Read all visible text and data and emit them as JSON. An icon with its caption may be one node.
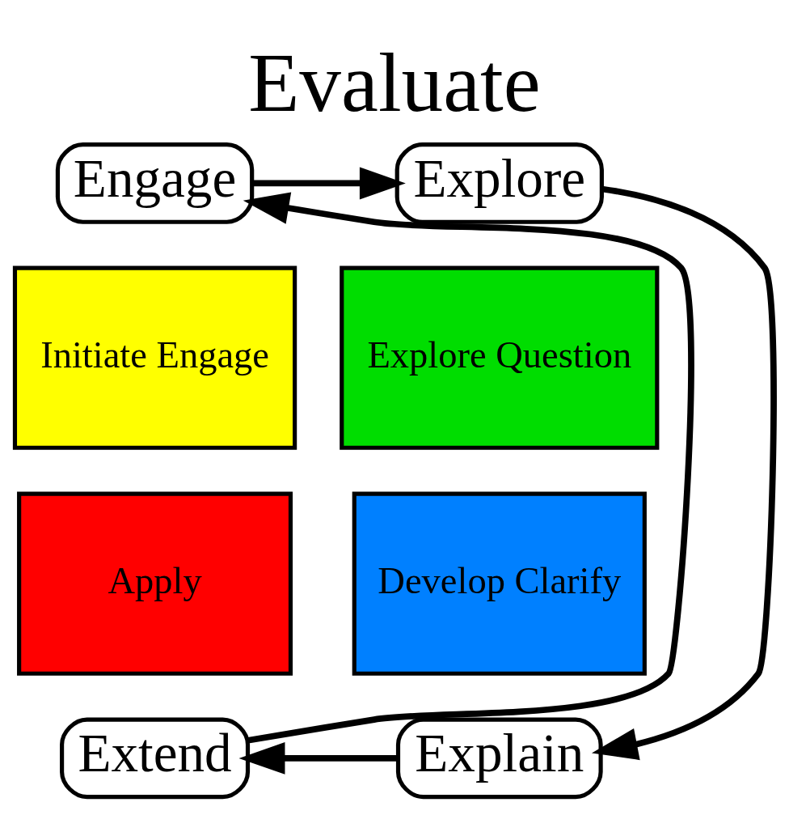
{
  "diagram": {
    "title": "Evaluate",
    "nodes": [
      {
        "text": [
          "Engage"
        ]
      },
      {
        "text": [
          "Explore"
        ]
      },
      {
        "text": [
          "Explain"
        ]
      },
      {
        "text": [
          "Extend"
        ]
      },
      {
        "text": [
          "Initiate Engage"
        ]
      },
      {
        "text": [
          "Explore Question"
        ]
      },
      {
        "text": [
          "Apply"
        ]
      },
      {
        "text": [
          "Develop Clarify"
        ]
      }
    ],
    "edges": [
      {
        "from": 0,
        "to": 1,
        "arrow": "to"
      },
      {
        "from": 1,
        "to": 2,
        "arrow": "to"
      },
      {
        "from": 2,
        "to": 3,
        "arrow": "to"
      },
      {
        "from": 3,
        "to": 0,
        "arrow": "to"
      }
    ]
  }
}
